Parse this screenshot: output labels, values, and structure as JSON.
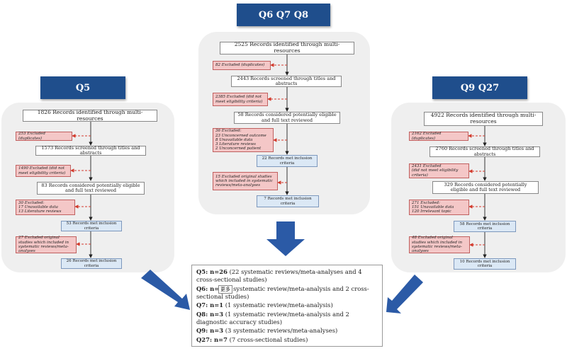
{
  "colors": {
    "header_bg": "#1f4e8c",
    "panel_bg": "#efefef",
    "excluded_fill": "#f4c7c7",
    "excluded_border": "#c0605f",
    "included_fill": "#dbe8f5",
    "arrow_blue": "#2b5aa6",
    "dash_red": "#d33a2c"
  },
  "headers": {
    "q5": "Q5",
    "q6q7q8": "Q6 Q7 Q8",
    "q9q27": "Q9 Q27"
  },
  "q5": {
    "identified": "1826 Records identified through multi-resources",
    "excl_dup": "253 Excluded (duplicates)",
    "screened": "1573 Records screened through titles and abstracts",
    "excl_elig": "1490 Excluded (did not meet eligibility criteria)",
    "considered": "83 Records considered potentially eligible and full text reviewed",
    "excl_full": "30 Excluded:\n  17 Unavailable data\n  13 Literature reviews",
    "met1": "53 Records met inclusion criteria",
    "excl_orig": "27 Excluded original studies which included in systematic reviews/meta-analyses",
    "met2": "26 Records met inclusion criteria"
  },
  "q6": {
    "identified": "2525 Records identified through multi-resources",
    "excl_dup": "82 Excluded (duplicates)",
    "screened": "2443 Records screened through titles and abstracts",
    "excl_elig": "2385 Excluded (did not meet eligibility criteria)",
    "considered": "58 Records considered potentially eligible and full text reviewed",
    "excl_full": "36 Excluded:\n  23 Unconcerned outcome\n  8 Unavailable data\n  3 Literature reviews\n  2 Unconcerned patient",
    "met1": "22 Records met inclusion criteria",
    "excl_orig": "15 Excluded original studies which included in systematic reviews/meta-analyses",
    "met2": "7 Records met inclusion criteria"
  },
  "q9": {
    "identified": "4922 Records identified through multi-resources",
    "excl_dup": "2162 Excluded (duplicates)",
    "screened": "2760 Records screened through titles and abstracts",
    "excl_elig": "2431 Excluded\n(did not meet eligibility criteria)",
    "considered": "329 Records considered potentially eligible and full text reviewed",
    "excl_full": "271 Excluded:\n  151 Unavailable data\n  120 Irrelevant topic",
    "met1": "58 Records met inclusion criteria",
    "excl_orig": "48 Excluded original studies which included in systematic reviews/meta-analyses",
    "met2": "10 Records met inclusion criteria"
  },
  "summary": {
    "lines": [
      {
        "label": "Q5: n=26",
        "text": " (22 systematic reviews/meta-analyses and 4 cross-sectional studies)"
      },
      {
        "label": "Q6: n=3",
        "text": " (1 systematic review/meta-analysis and 2 cross-sectional studies)"
      },
      {
        "label": "Q7: n=1",
        "text": " (1 systematic review/meta-analysis)"
      },
      {
        "label": "Q8: n=3",
        "text": " (1 systematic review/meta-analysis and 2 diagnostic accuracy studies)"
      },
      {
        "label": "Q9: n=3",
        "text": " (3 systematic reviews/meta-analyses)"
      },
      {
        "label": "Q27: n=7",
        "text": " (7 cross-sectional studies)"
      }
    ],
    "tooltip": "更多"
  }
}
